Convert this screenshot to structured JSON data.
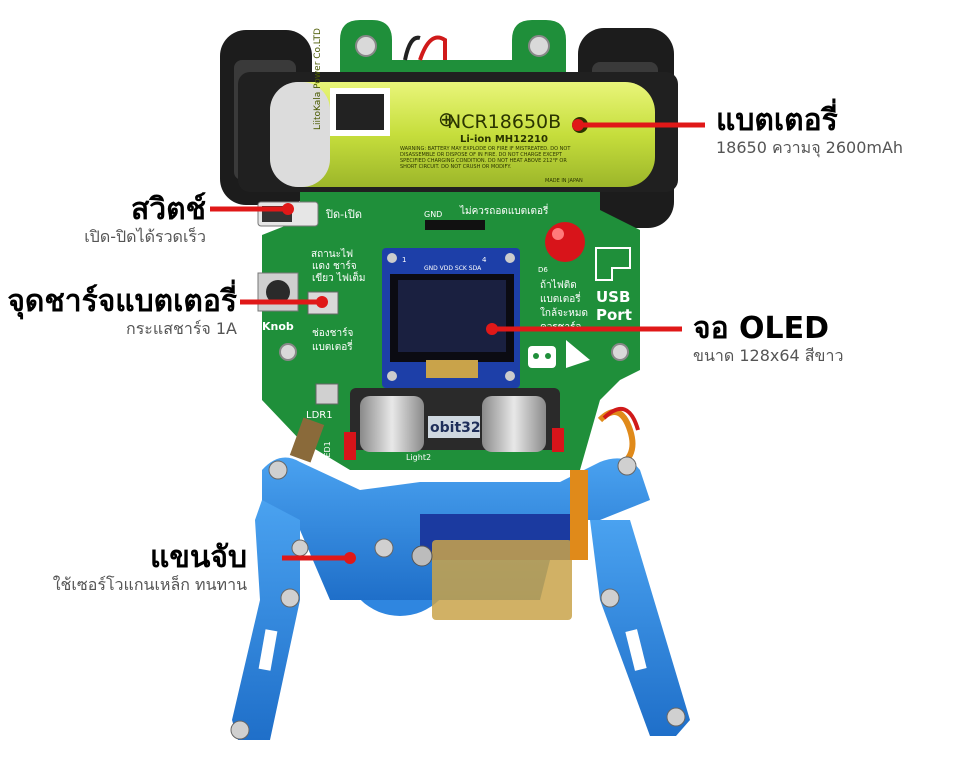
{
  "labels": {
    "battery": {
      "title": "แบตเตอรี่",
      "subtitle": "18650 ความจุ 2600mAh"
    },
    "switch": {
      "title": "สวิตช์",
      "subtitle": "เปิด-ปิดได้รวดเร็ว"
    },
    "charge": {
      "title": "จุดชาร์จแบตเตอรี่",
      "subtitle": "กระแสชาร์จ 1A"
    },
    "oled": {
      "title": "จอ OLED",
      "subtitle": "ขนาด 128x64 สีขาว"
    },
    "arm": {
      "title": "แขนจับ",
      "subtitle": "ใช้เซอร์โวแกนเหล็ก ทนทาน"
    }
  },
  "photo": {
    "battery_model": "NCR18650B",
    "battery_type": "Li-ion MH12210",
    "battery_brand": "LiitoKala Power Co.LTD",
    "battery_warning": "WARNING: BATTERY MAY EXPLODE OR FIRE IF MISTREATED. DO NOT DISASSEMBLE OR DISPOSE OF IN FIRE. DO NOT CHARGE EXCEPT SPECIFIED CHARGING CONDITION. DO NOT HEAT ABOVE 212°F OR SHORT CIRCUIT. DO NOT CRUSH OR MODIFY.",
    "battery_origin": "MADE IN JAPAN",
    "pcb_switch_text": "ปิด-เปิด",
    "pcb_gnd": "GND",
    "pcb_no_remove": "ไม่ควรถอดแบตเตอรี่",
    "pcb_status": "สถานะไฟ",
    "pcb_status_red": "แดง ชาร์จ",
    "pcb_status_green": "เขียว ไฟเต็ม",
    "pcb_knob": "Knob",
    "pcb_charge_port": "ช่องชาร์จ",
    "pcb_charge_port2": "แบตเตอรี่",
    "pcb_oled_pins": "GND VDD SCK SDA",
    "pcb_pin1": "1",
    "pcb_pin4": "4",
    "pcb_low_batt1": "ถ้าไฟติด",
    "pcb_low_batt2": "แบตเตอรี่",
    "pcb_low_batt3": "ใกล้จะหมด",
    "pcb_low_batt4": "ควรชาร์จ",
    "pcb_usb": "USB",
    "pcb_port": "Port",
    "pcb_ldr": "LDR1",
    "pcb_light": "Light2",
    "pcb_led": "LED1",
    "pcb_brand": "obit32",
    "pcb_d6": "D6"
  },
  "colors": {
    "pcb": "#1f8f3a",
    "arm": "#2f86e0",
    "battery": "#cfe64a",
    "arrow": "#e01818",
    "servo": "#c9a34a"
  }
}
